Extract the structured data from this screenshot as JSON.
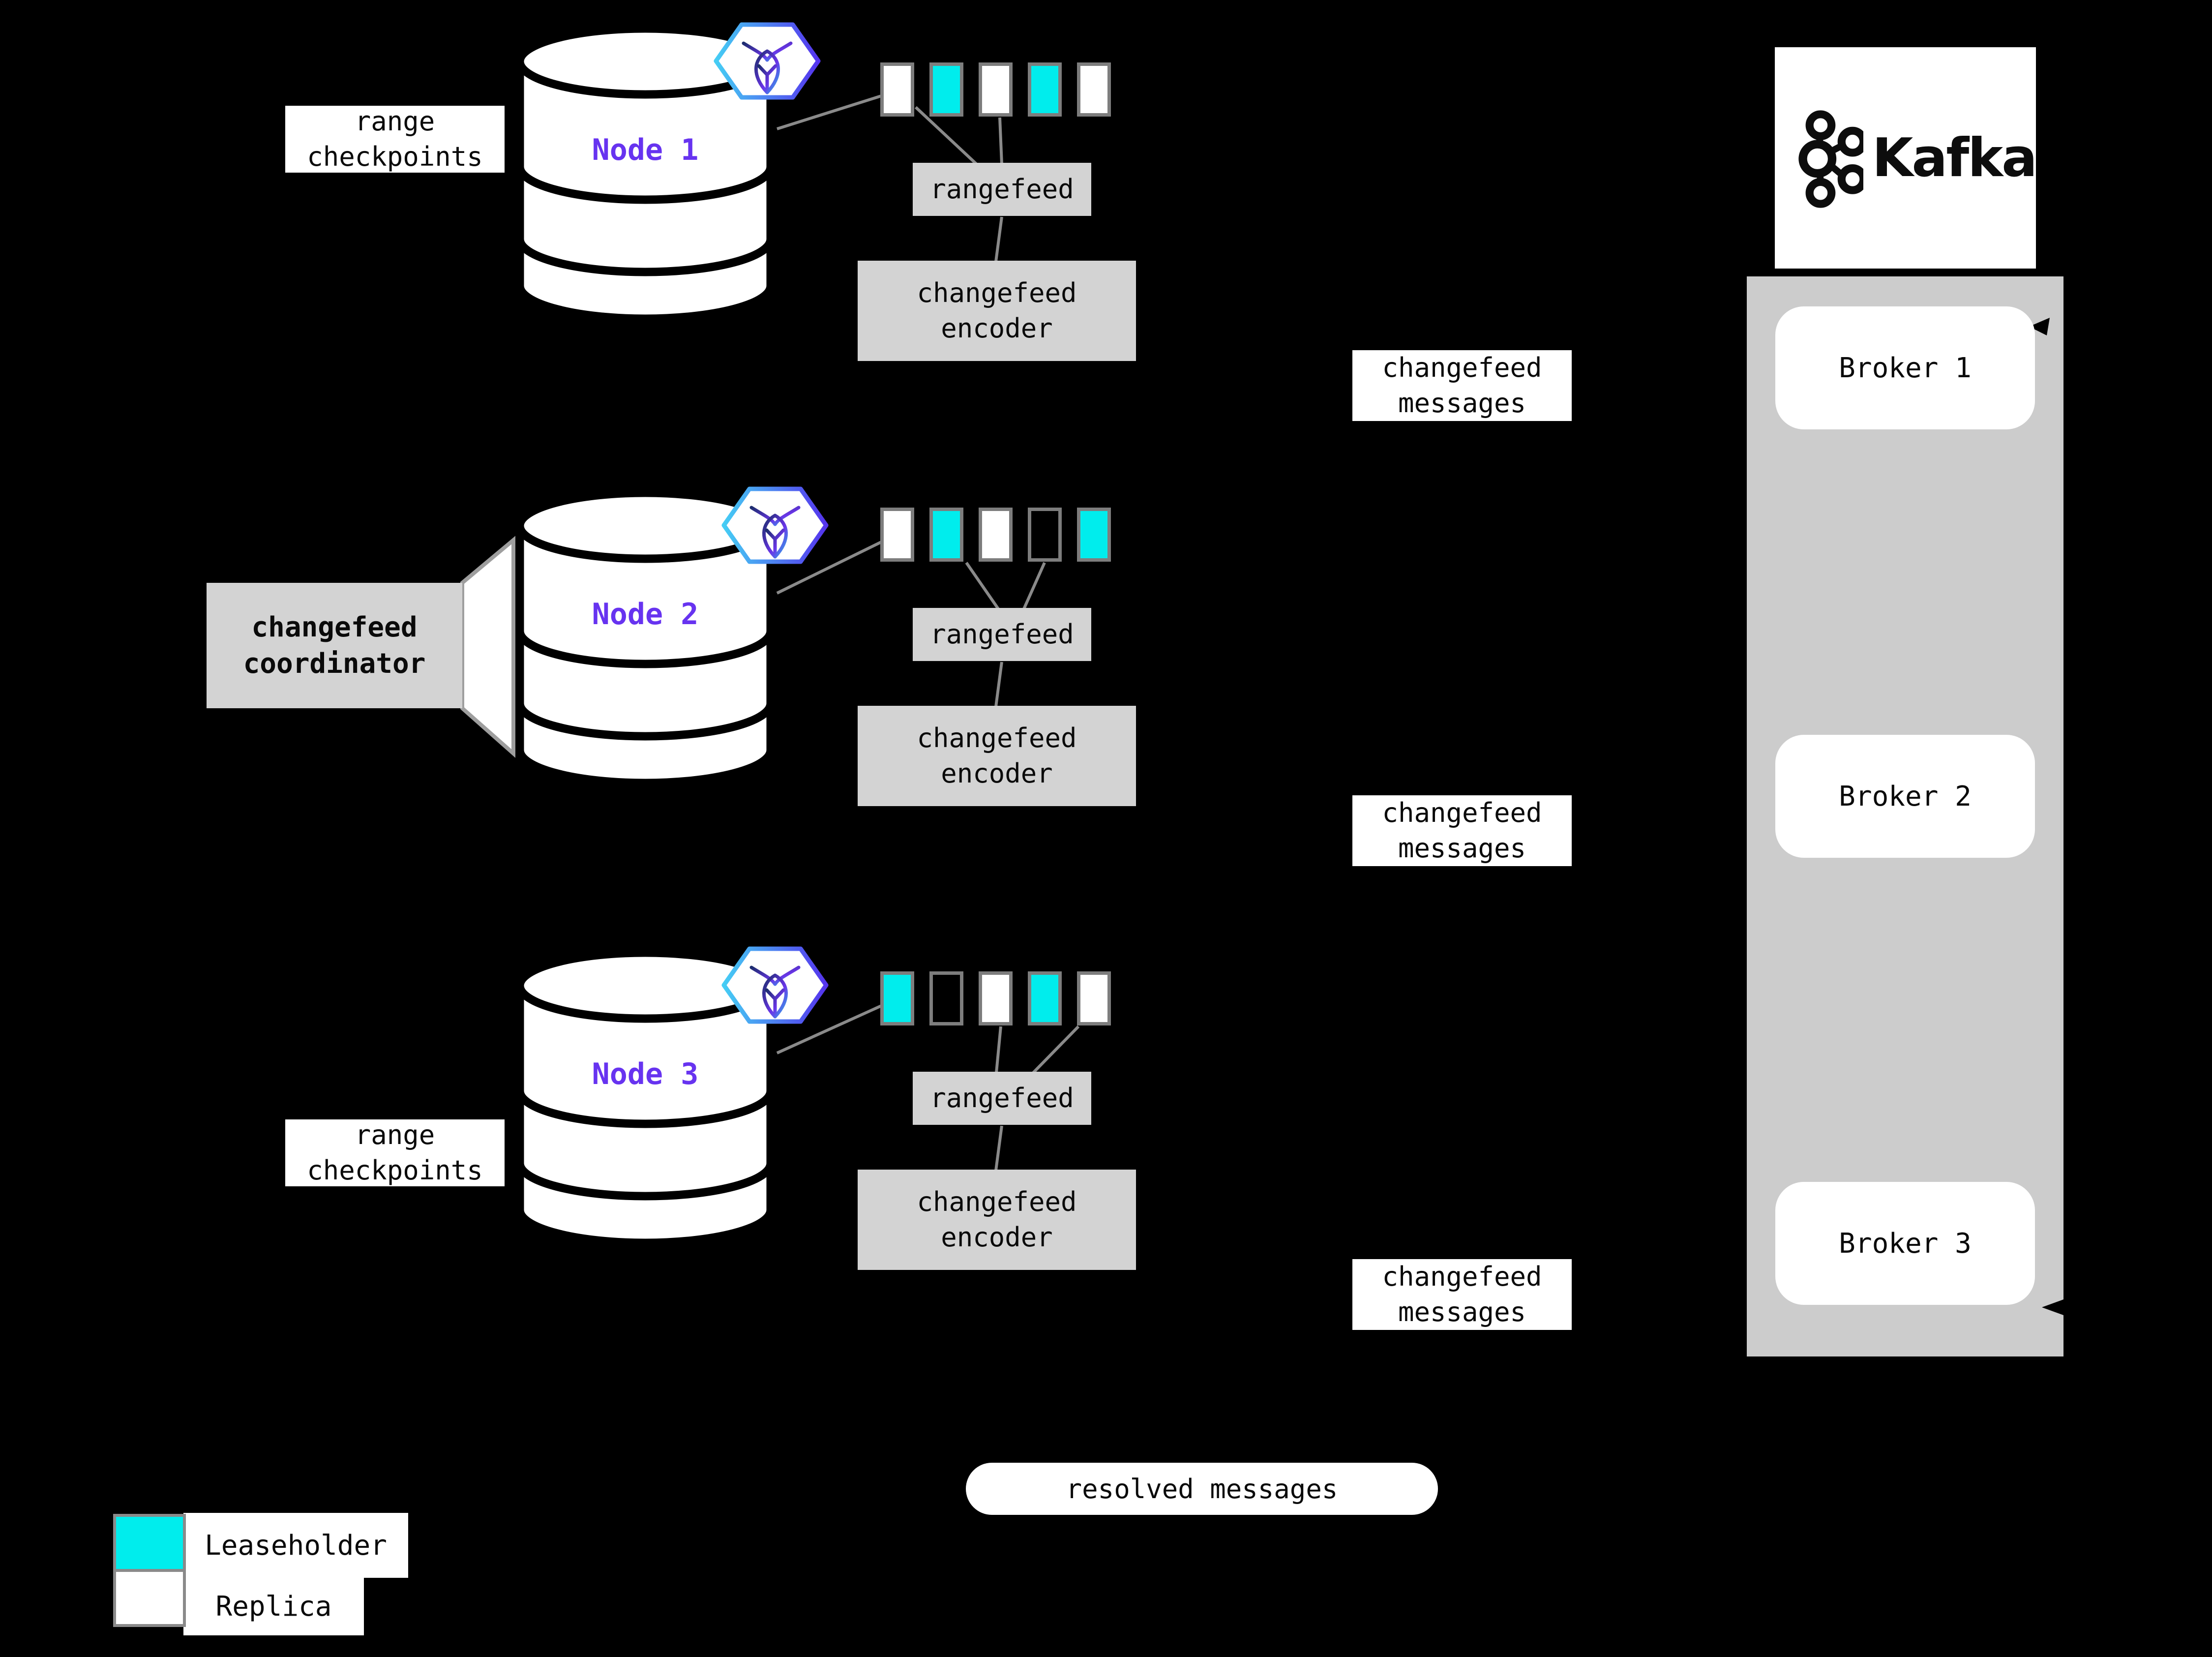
{
  "labels": {
    "range_checkpoints": [
      "range",
      "checkpoints"
    ],
    "changefeed_coordinator": [
      "changefeed",
      "coordinator"
    ],
    "rangefeed": "rangefeed",
    "changefeed_encoder": [
      "changefeed",
      "encoder"
    ],
    "changefeed_messages": [
      "changefeed",
      "messages"
    ],
    "resolved_messages": "resolved messages"
  },
  "nodes": [
    {
      "name": "Node 1",
      "ranges": [
        "replica",
        "leaseholder",
        "replica",
        "leaseholder",
        "replica"
      ]
    },
    {
      "name": "Node 2",
      "ranges": [
        "replica",
        "leaseholder",
        "replica",
        "empty",
        "leaseholder"
      ]
    },
    {
      "name": "Node 3",
      "ranges": [
        "leaseholder",
        "empty",
        "replica",
        "leaseholder",
        "replica"
      ]
    }
  ],
  "kafka": {
    "logo_text": "Kafka",
    "brokers": [
      "Broker 1",
      "Broker 2",
      "Broker 3"
    ]
  },
  "legend": [
    {
      "label": "Leaseholder",
      "role": "leaseholder"
    },
    {
      "label": "Replica",
      "role": "replica"
    }
  ],
  "icons": {
    "node_badge": "cockroachdb-hexagon-badge",
    "kafka_logo": "kafka-logo",
    "node_storage": "database-cylinder-icon"
  },
  "colors": {
    "background": "#000000",
    "leaseholder": "#00eded",
    "replica": "#ffffff",
    "empty": "#000000",
    "node_text": "#6733f0",
    "process_box": "#d3d3d3",
    "kafka_container": "#cccccc",
    "connector": "#8a8a8a",
    "range_border": "#7d7d7d"
  }
}
